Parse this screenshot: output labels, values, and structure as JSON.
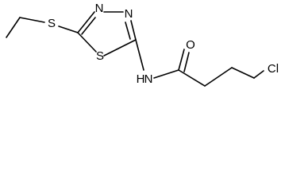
{
  "molecule": {
    "atoms": {
      "S_ethyl": "S",
      "N_ring_1": "N",
      "N_ring_2": "N",
      "S_ring": "S",
      "NH": "N",
      "H": "H",
      "O": "O",
      "Cl": "Cl"
    }
  }
}
